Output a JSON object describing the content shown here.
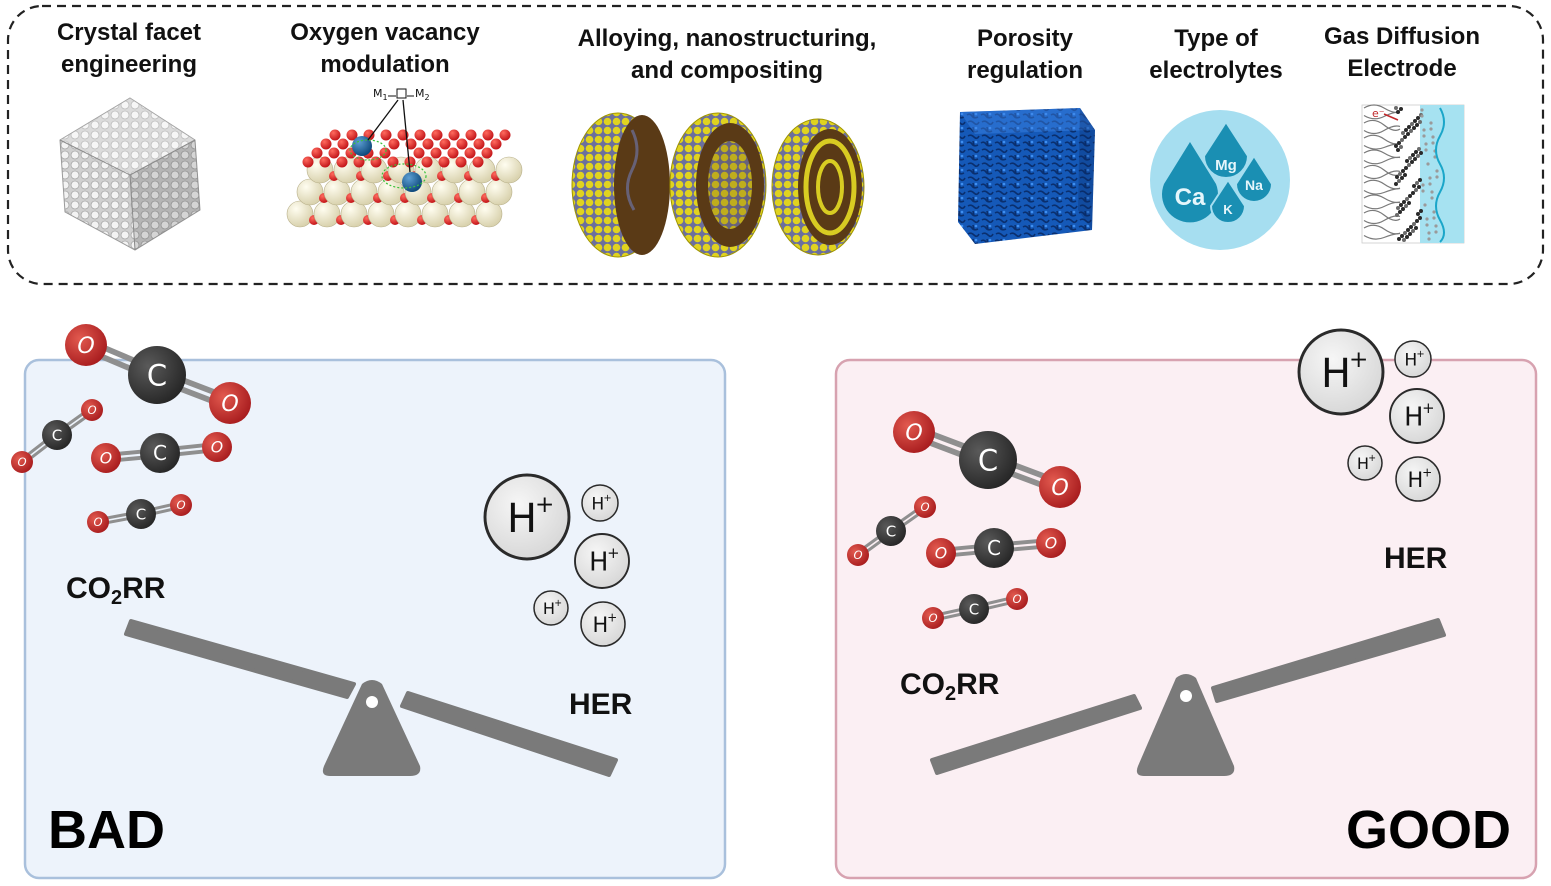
{
  "strategies": [
    {
      "id": "facet",
      "lines": [
        "Crystal facet",
        "engineering"
      ]
    },
    {
      "id": "vacancy",
      "lines": [
        "Oxygen vacancy",
        "modulation"
      ],
      "annotation": {
        "left": "M",
        "left_sub": "1",
        "right": "M",
        "right_sub": "2"
      }
    },
    {
      "id": "alloy",
      "lines": [
        "Alloying, nanostructuring,",
        "and compositing"
      ]
    },
    {
      "id": "porosity",
      "lines": [
        "Porosity",
        "regulation"
      ]
    },
    {
      "id": "electrolyte",
      "lines": [
        "Type of",
        "electrolytes"
      ],
      "ions": [
        "Mg",
        "Ca",
        "Na",
        "K"
      ]
    },
    {
      "id": "gde",
      "lines": [
        "Gas Diffusion",
        "Electrode"
      ],
      "electron": "e⁻"
    }
  ],
  "panels": {
    "bad": {
      "label": "BAD",
      "co2rr": {
        "main": "CO",
        "sub": "2",
        "tail": "RR"
      },
      "her": "HER",
      "colors": {
        "fill": "#edf3fb",
        "stroke": "#a9c0dc"
      }
    },
    "good": {
      "label": "GOOD",
      "co2rr": {
        "main": "CO",
        "sub": "2",
        "tail": "RR"
      },
      "her": "HER",
      "colors": {
        "fill": "#fbeff3",
        "stroke": "#d7a2b0"
      }
    }
  },
  "molecule_atoms": {
    "carbon": "C",
    "oxygen": "O"
  },
  "proton": {
    "symbol": "H",
    "charge": "+"
  },
  "colors": {
    "oxygen": "#c0282a",
    "carbon": "#3b3b3b",
    "seesaw": "#7a7a7a",
    "ion_drop": "#1a8fb3",
    "ion_bg": "#a6def0"
  }
}
